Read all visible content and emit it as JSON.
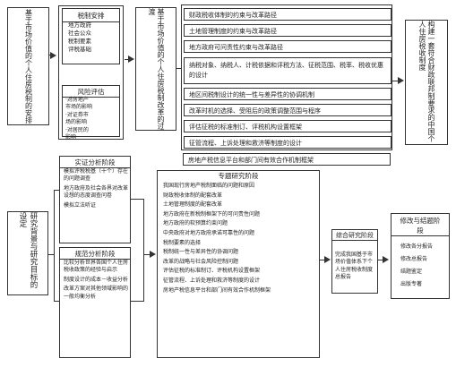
{
  "top": {
    "left_vertical": "基于市场价值的个人住房税制的安排",
    "group1": {
      "title1": "税制安排",
      "items1": [
        "地方政府",
        "社会公众",
        "税制要素",
        "评税基础"
      ],
      "title2": "风险评估",
      "items2": [
        "·对房地产",
        "市场的影响",
        "·对证券市",
        "场的影响",
        "·对居民的",
        "影响"
      ]
    },
    "mid_vertical": "基于市场价值的个人住房税制改革的过渡",
    "paths": [
      "财政税收体制的约束与改革路径",
      "土地管理制度的约束与改革路径",
      "地方政府可问责性约束与改革路径",
      "纳税对象、纳税人、计税依据和评税方法、征税范围、税率、税收优惠的设计",
      "地区间税制设计的统一性与差异性的协调机制",
      "改革时机的选择、受阻后的政策调整范围与程序",
      "评估征税的标准制订、评税机构设置框架",
      "征管流程、上诉处理和救济等制度的设计",
      "房地产税信息平台和部门间有效合作机制框架"
    ],
    "right_vertical": "构建一套符合财政联邦制要求的中国个人住房税收制度"
  },
  "bottom": {
    "left_vertical": "研究背景与研究目标的设定",
    "real": {
      "title": "实证分析阶段",
      "items": [
        "模拟评税税基（十个）存在的问题调查",
        "地方政府及社会各界对改革设想的态度调查问卷",
        "模拟立法听证"
      ]
    },
    "norm": {
      "title": "规范分析阶段",
      "items": [
        "比较分析世界各国个人住房税收政策的经验与启示",
        "制度设计的成本－收益分析",
        "改革方案对其他领域影响的一般均衡分析"
      ]
    },
    "special": {
      "title": "专题研究阶段",
      "items": [
        "我国现行房地产税制面临的问题和原因",
        "财政税收体制的配套改革",
        "土地管理制度的配套改革",
        "地方政府在新税制框架下的可问责性问题",
        "地方政府的软预算约束问题",
        "中央政府对地方政府承诺可靠性的问题",
        "税制要素的选择",
        "税制统一性与差异性的协调问题",
        "改革的战略与社会风险控制问题",
        "评估征税的标准制订、评税机构设置框架",
        "征管流程、上诉处理和救济等制度的设计",
        "房地产税信息平台和部门间有效合作机制框架"
      ]
    },
    "synthesis": {
      "title": "综合研究阶段",
      "items": [
        "完成我国基于市场价值体系下个人住房税收制度总报告"
      ]
    },
    "revise": {
      "title": "修改与结题阶段",
      "items": [
        "修改各分报告",
        "修改总报告",
        "结题鉴定",
        "出版专著"
      ]
    }
  }
}
